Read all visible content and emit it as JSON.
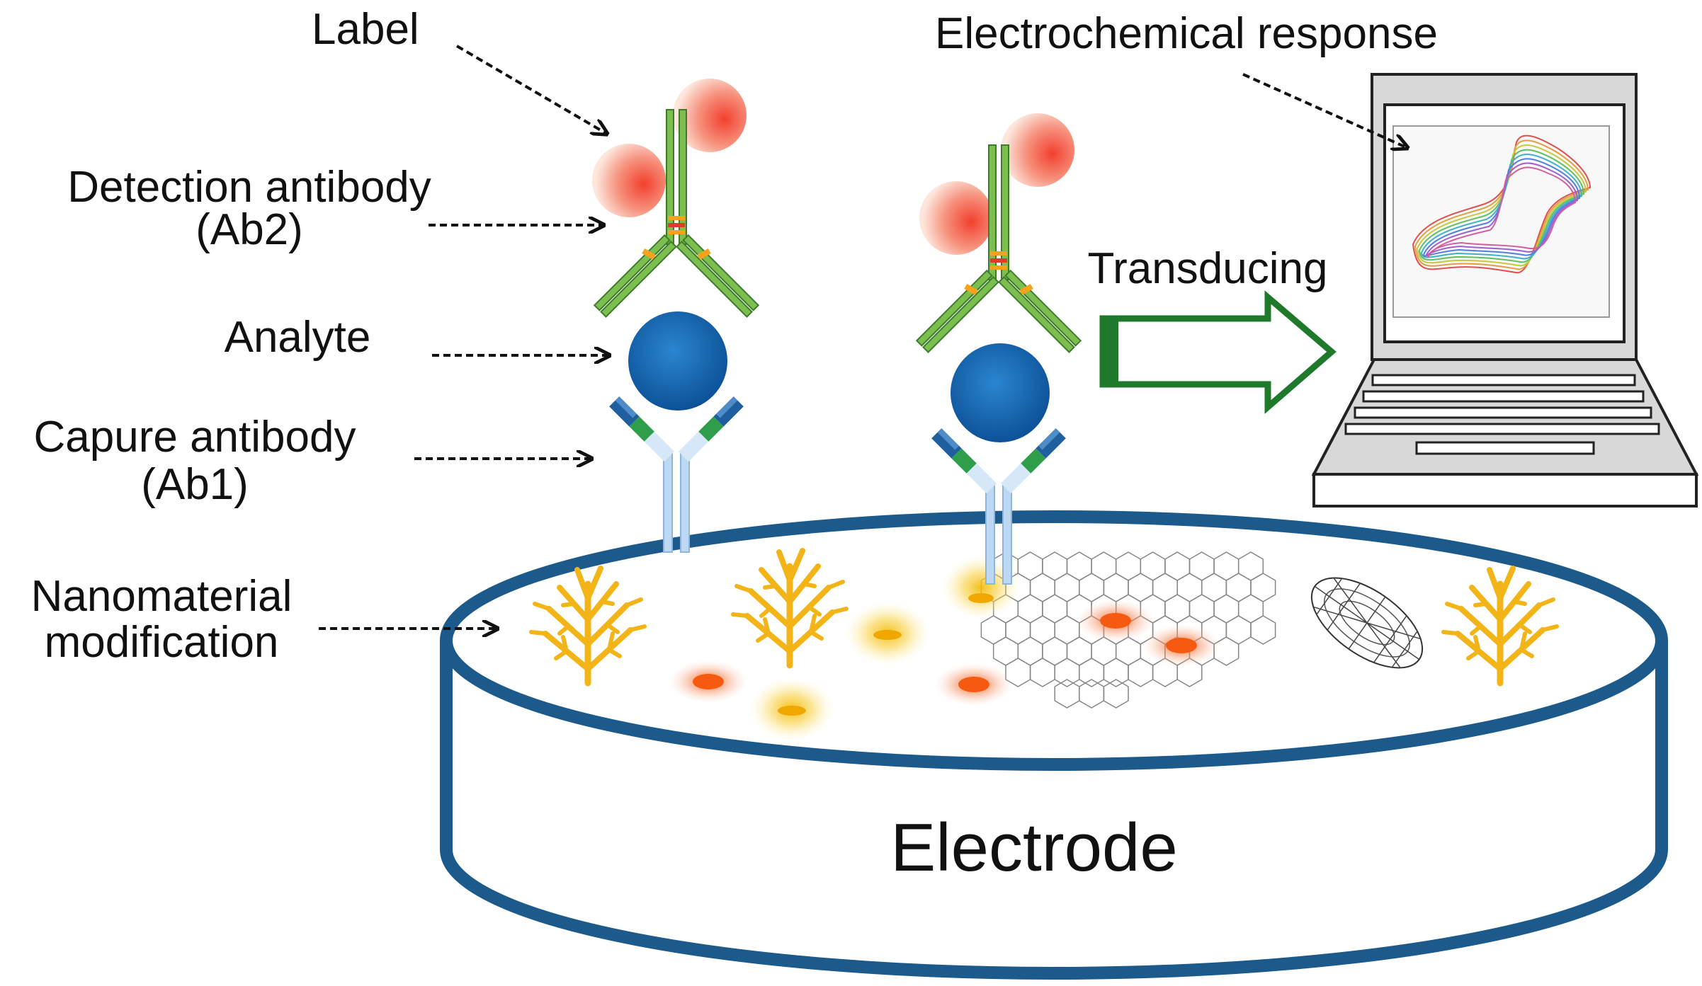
{
  "labels": {
    "label": "Label",
    "detection_line1": "Detection antibody",
    "detection_line2": "(Ab2)",
    "analyte": "Analyte",
    "capture_line1": "Capure antibody",
    "capture_line2": "(Ab1)",
    "nano_line1": "Nanomaterial",
    "nano_line2": "modification",
    "electrochemical": "Electrochemical response",
    "transducing": "Transducing",
    "electrode": "Electrode"
  },
  "colors": {
    "electrode_outline": "#1c5a8c",
    "antibody_green": "#6fae4a",
    "analyte_blue": "#1f6fb8",
    "capture_blue": "#1f5fa0",
    "capture_green": "#2e9e4a",
    "label_red": "#f04a3a",
    "arrow_green": "#1e7a2a",
    "nanotree_yellow": "#f2b416",
    "particle_orange": "#f06a10"
  },
  "icons": [
    "label-sphere",
    "detection-antibody",
    "analyte-sphere",
    "capture-antibody",
    "nanotree",
    "graphene-sheet",
    "carbon-nanotube",
    "laptop",
    "transducing-arrow"
  ]
}
